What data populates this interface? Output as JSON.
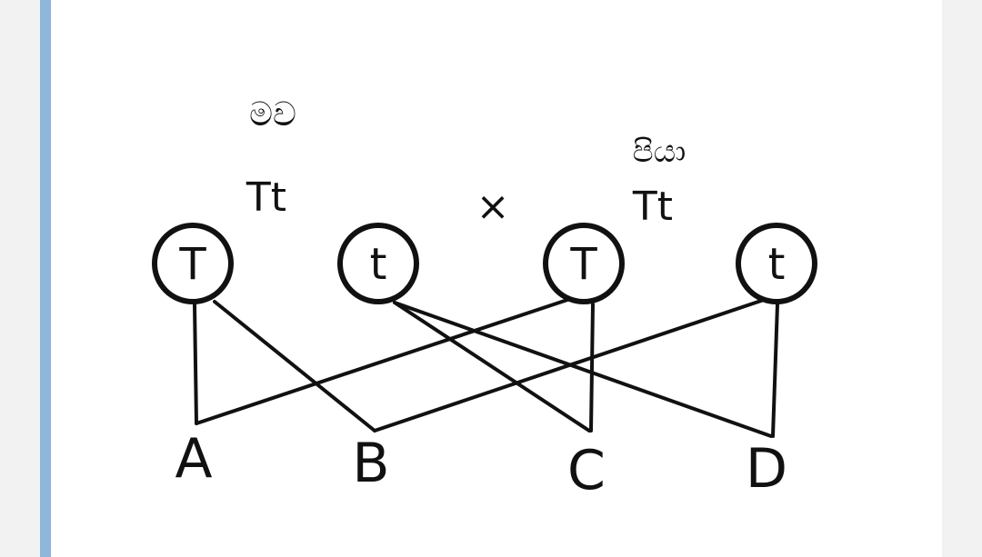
{
  "diagram": {
    "mother_label": "මව",
    "father_label": "පියා",
    "mother_genotype": "Tt",
    "father_genotype": "Tt",
    "cross_symbol": "×",
    "gametes": [
      "T",
      "t",
      "T",
      "t"
    ],
    "offspring": [
      "A",
      "B",
      "C",
      "D"
    ]
  },
  "colors": {
    "ink": "#111111",
    "accent_bar": "#8fb6db",
    "panel": "#ffffff",
    "background": "#f2f2f2"
  }
}
